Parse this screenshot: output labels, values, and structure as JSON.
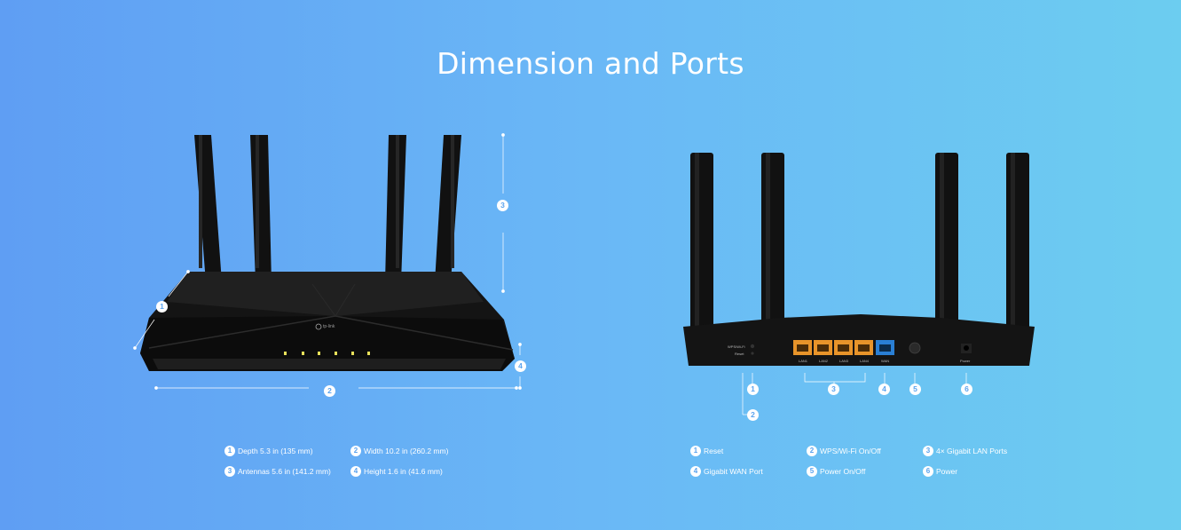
{
  "title": "Dimension and Ports",
  "left": {
    "callouts": [
      "1",
      "2",
      "3",
      "4"
    ],
    "legend": [
      {
        "num": "1",
        "text": "Depth 5.3 in (135 mm)"
      },
      {
        "num": "2",
        "text": "Width 10.2 in (260.2 mm)"
      },
      {
        "num": "3",
        "text": "Antennas 5.6 in (141.2 mm)"
      },
      {
        "num": "4",
        "text": "Height 1.6 in (41.6 mm)"
      }
    ],
    "brand": "tp-link"
  },
  "right": {
    "callouts": [
      "1",
      "2",
      "3",
      "4",
      "5",
      "6"
    ],
    "legend": [
      {
        "num": "1",
        "text": "Reset"
      },
      {
        "num": "2",
        "text": "WPS/Wi-Fi On/Off"
      },
      {
        "num": "3",
        "text": "4× Gigabit LAN Ports"
      },
      {
        "num": "4",
        "text": "Gigabit WAN Port"
      },
      {
        "num": "5",
        "text": "Power On/Off"
      },
      {
        "num": "6",
        "text": "Power"
      }
    ],
    "port_labels": [
      "LAN1",
      "LAN2",
      "LAN3",
      "LAN4",
      "WAN",
      "Power"
    ],
    "button_labels": [
      "WPS/Wi-Fi",
      "Reset"
    ]
  },
  "colors": {
    "lan_port": "#e8942a",
    "wan_port": "#2a7fd4",
    "router_body": "#141414",
    "led": "#e8e05a"
  }
}
